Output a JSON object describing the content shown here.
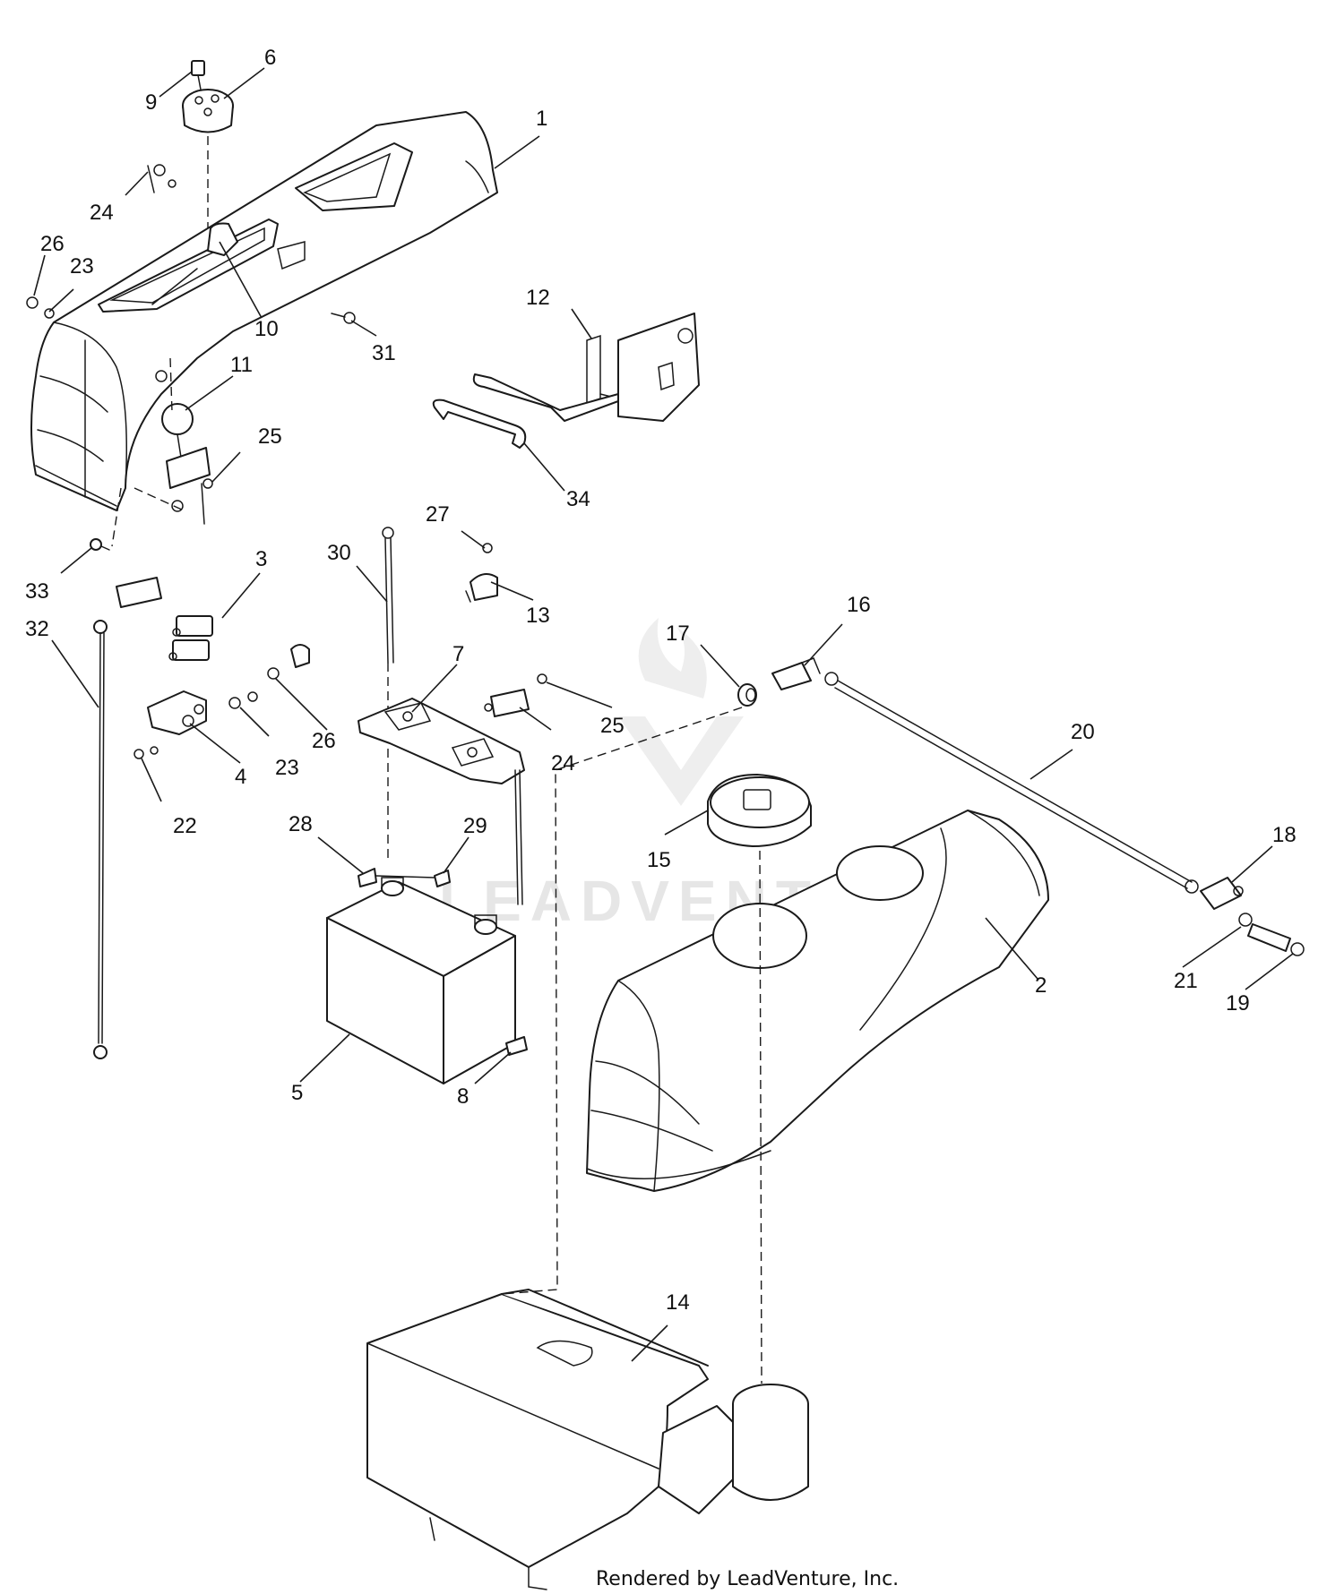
{
  "watermark": {
    "text": "LEADVENTURE"
  },
  "footer": {
    "credit": "Rendered by LeadVenture, Inc."
  },
  "callouts": {
    "c1": "1",
    "c2": "2",
    "c3": "3",
    "c4": "4",
    "c5": "5",
    "c6": "6",
    "c7": "7",
    "c8": "8",
    "c9": "9",
    "c10": "10",
    "c11": "11",
    "c12": "12",
    "c13": "13",
    "c14": "14",
    "c15": "15",
    "c16": "16",
    "c17": "17",
    "c18": "18",
    "c19": "19",
    "c20": "20",
    "c21": "21",
    "c22": "22",
    "c23a": "23",
    "c23b": "23",
    "c24a": "24",
    "c24b": "24",
    "c25a": "25",
    "c25b": "25",
    "c26a": "26",
    "c26b": "26",
    "c27": "27",
    "c28": "28",
    "c29": "29",
    "c30": "30",
    "c31": "31",
    "c32": "32",
    "c33": "33",
    "c34": "34"
  },
  "colors": {
    "line": "#1a1a1a",
    "background": "#ffffff",
    "watermark": "#e6e6e6"
  }
}
